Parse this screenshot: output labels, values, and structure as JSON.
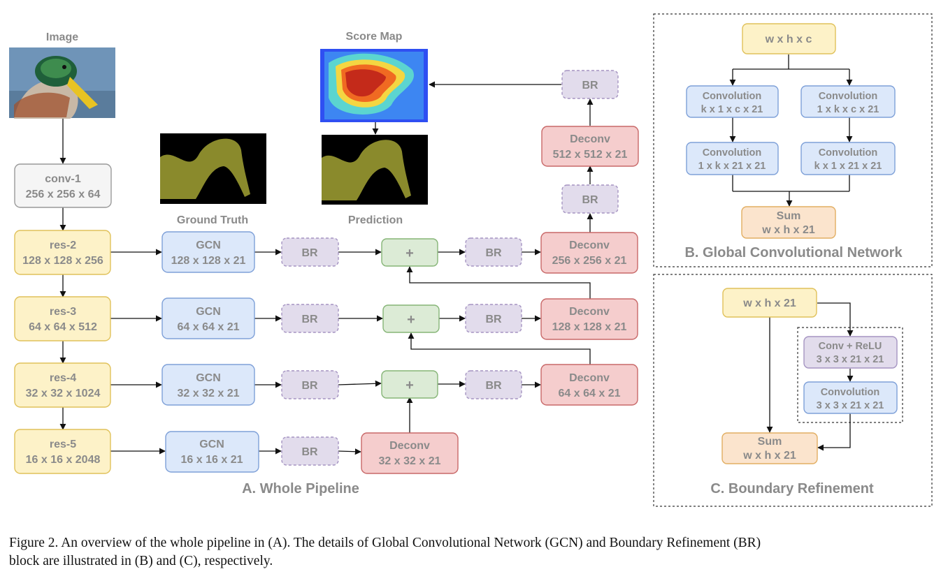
{
  "image_label": "Image",
  "score_map_label": "Score Map",
  "ground_truth_label": "Ground Truth",
  "prediction_label": "Prediction",
  "pipeline": {
    "conv1": [
      "conv-1",
      "256 x 256 x 64"
    ],
    "res2": [
      "res-2",
      "128 x 128 x 256"
    ],
    "res3": [
      "res-3",
      "64 x 64 x 512"
    ],
    "res4": [
      "res-4",
      "32 x 32 x 1024"
    ],
    "res5": [
      "res-5",
      "16 x 16 x 2048"
    ],
    "gcn2": [
      "GCN",
      "128 x 128 x 21"
    ],
    "gcn3": [
      "GCN",
      "64 x 64 x 21"
    ],
    "gcn4": [
      "GCN",
      "32 x 32 x 21"
    ],
    "gcn5": [
      "GCN",
      "16 x 16 x 21"
    ],
    "br": "BR",
    "plus": "+",
    "deconv5": [
      "Deconv",
      "32 x 32 x 21"
    ],
    "deconv4": [
      "Deconv",
      "64 x 64 x 21"
    ],
    "deconv3": [
      "Deconv",
      "128 x 128 x 21"
    ],
    "deconv2": [
      "Deconv",
      "256 x 256 x 21"
    ],
    "deconv1": [
      "Deconv",
      "512 x 512 x 21"
    ],
    "title": "A. Whole Pipeline"
  },
  "gcn_block": {
    "input": "w x h x c",
    "conv_a1": [
      "Convolution",
      "k x 1 x c x 21"
    ],
    "conv_b1": [
      "Convolution",
      "1 x k x c x 21"
    ],
    "conv_a2": [
      "Convolution",
      "1 x k x 21 x 21"
    ],
    "conv_b2": [
      "Convolution",
      "k x 1 x 21 x 21"
    ],
    "sum": [
      "Sum",
      "w x h x 21"
    ],
    "title": "B. Global Convolutional Network"
  },
  "br_block": {
    "input": "w x h x 21",
    "conv_relu": [
      "Conv + ReLU",
      "3 x 3 x 21 x 21"
    ],
    "conv": [
      "Convolution",
      "3 x 3 x 21 x 21"
    ],
    "sum": [
      "Sum",
      "w x h x 21"
    ],
    "title": "C. Boundary Refinement"
  },
  "caption": [
    "Figure 2.  An overview of the whole pipeline in (A). The details of Global Convolutional Network (GCN) and Boundary Refinement (BR)",
    "block are illustrated in (B) and (C), respectively."
  ],
  "colors": {
    "gray": "#f5f5f5",
    "yellow": "#fdf2c8",
    "blue": "#dce8fa",
    "purple": "#e2dcec",
    "green": "#dcebd6",
    "red": "#f5cdcd",
    "orange": "#fbe4cd"
  }
}
